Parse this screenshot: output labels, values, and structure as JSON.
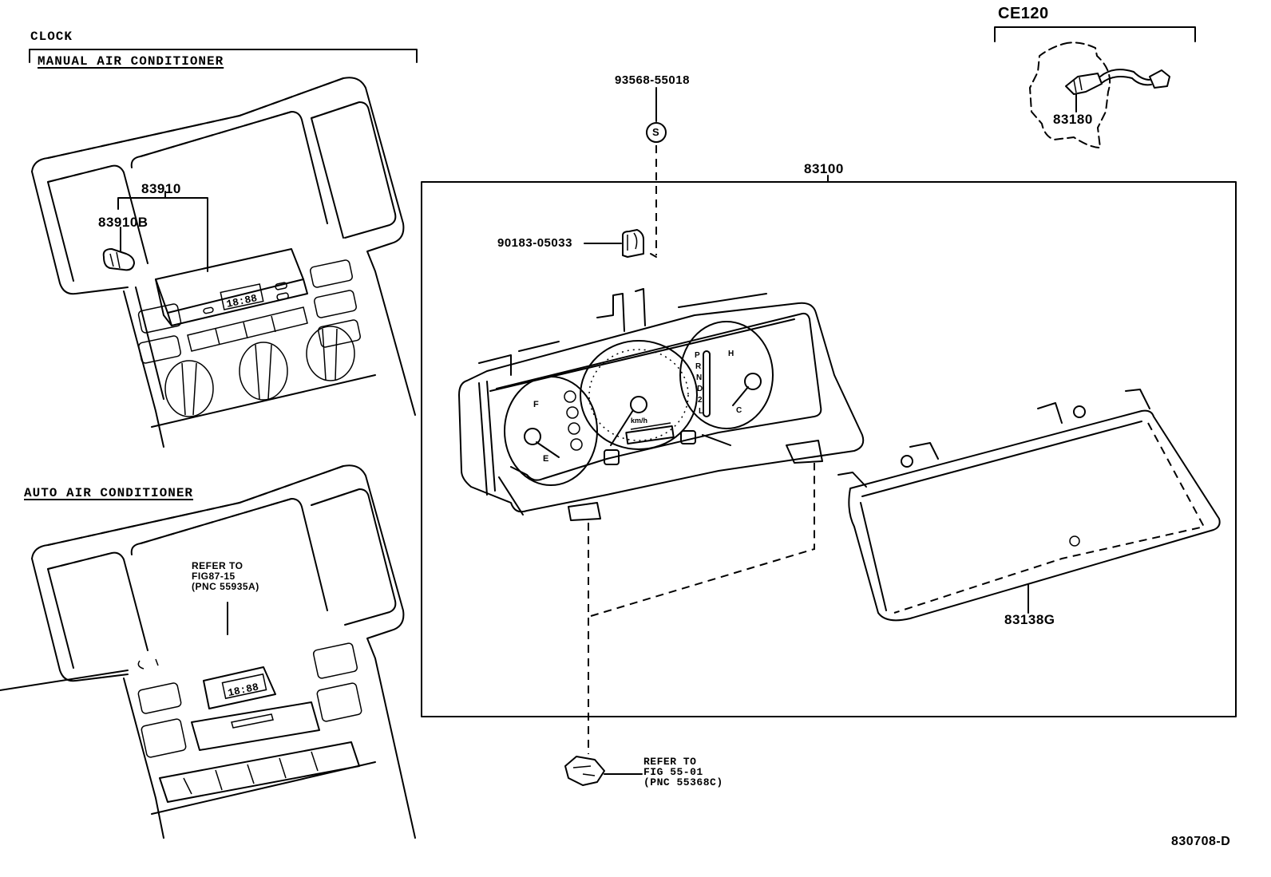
{
  "figure": {
    "id": "830708-D"
  },
  "sections": {
    "clock": "CLOCK",
    "manual_ac": "MANUAL AIR CONDITIONER",
    "auto_ac": "AUTO AIR CONDITIONER",
    "ce120": "CE120"
  },
  "parts": {
    "clock_assy": "83910",
    "clock_bulb": "83910B",
    "speed_sensor": "83180",
    "screw": "93568-55018",
    "screw_symbol": "S",
    "nut": "90183-05033",
    "meter_assy": "83100",
    "meter_glass": "83138G"
  },
  "references": {
    "auto_ac_ref": {
      "line1": "REFER TO",
      "line2": "FIG87-15",
      "line3": "(PNC 55935A)"
    },
    "bracket_ref": {
      "line1": "REFER TO",
      "line2": "FIG 55-01",
      "line3": "(PNC 55368C)"
    }
  },
  "displays": {
    "clock_manual": "18:88",
    "clock_auto": "18:88"
  },
  "gauges": {
    "fuel_full": "F",
    "fuel_empty": "E",
    "temp_hot": "H",
    "temp_cold": "C",
    "speed_unit": "km/h",
    "shift": [
      "P",
      "R",
      "N",
      "D",
      "2",
      "L"
    ]
  }
}
